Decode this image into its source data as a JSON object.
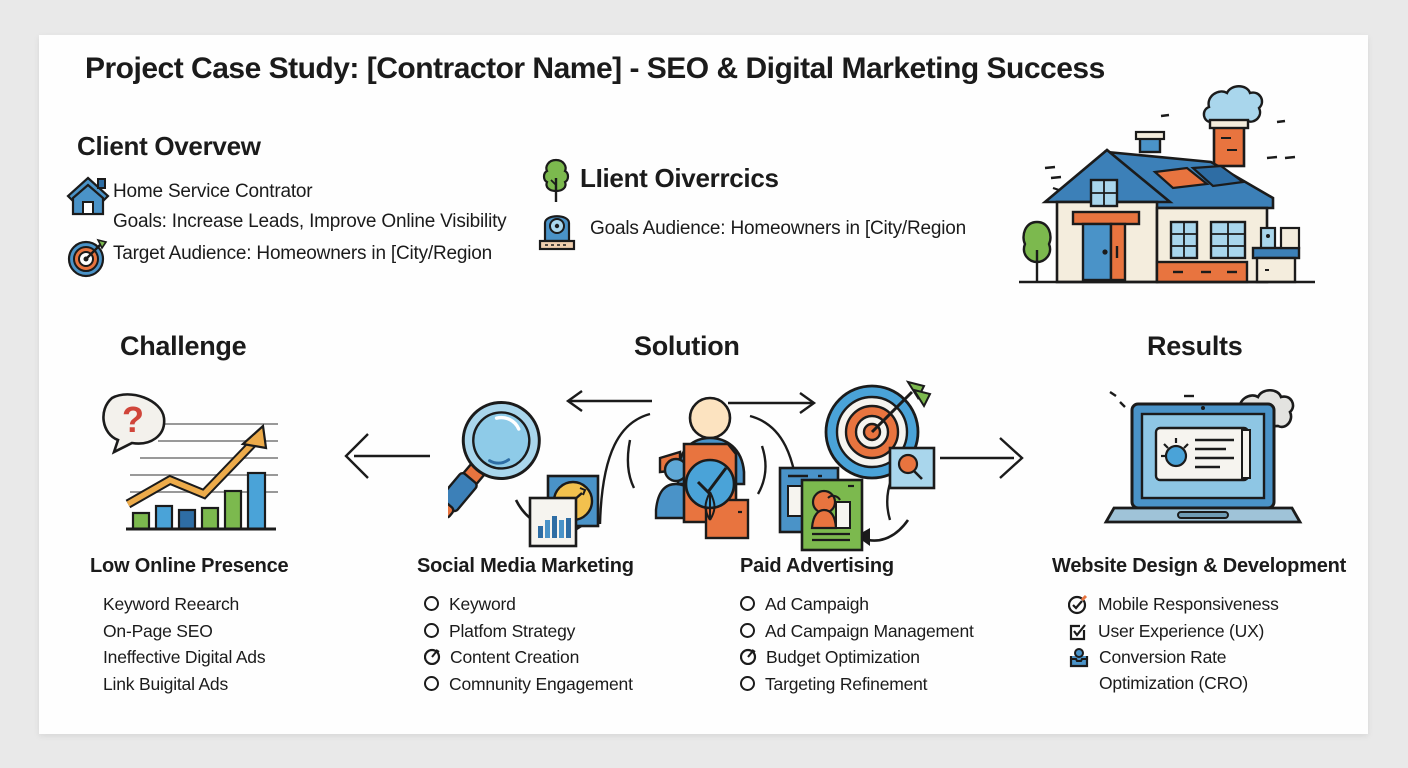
{
  "page": {
    "title": "Project Case Study: [Contractor Name] - SEO & Digital Marketing Success"
  },
  "client_overview": {
    "heading": "Client Overvew",
    "items": [
      {
        "icon": "house-icon",
        "text": "Home Service Contrator"
      },
      {
        "icon": "none",
        "text": "Goals: Increase Leads, Improve Online Visibility"
      },
      {
        "icon": "target-icon",
        "text": "Target Audience: Homeowners in [City/Region"
      }
    ]
  },
  "client_overview_alt": {
    "heading": "LIient Oiverrcics",
    "heading_icon": "tree-icon",
    "items": [
      {
        "icon": "webcam-icon",
        "text": "Goals Audience: Homeowners in [City/Region"
      }
    ]
  },
  "flow_headers": {
    "challenge": "Challenge",
    "solution": "Solution",
    "results": "Results"
  },
  "challenge": {
    "subheading": "Low Online Presence",
    "items": [
      "Keyword Reearch",
      "On-Page SEO",
      "Ineffective Digital Ads",
      "Link Buigital Ads"
    ],
    "illustration": "bar-chart-with-question-bubble"
  },
  "solution": {
    "groups": [
      {
        "subheading": "Social Media Marketing",
        "items": [
          {
            "bullet": "circle",
            "text": "Keyword"
          },
          {
            "bullet": "circle",
            "text": "Platfom Strategy"
          },
          {
            "bullet": "clock-circle",
            "text": "Content Creation"
          },
          {
            "bullet": "circle",
            "text": "Comnunity Engagement"
          }
        ]
      },
      {
        "subheading": "Paid Advertising",
        "items": [
          {
            "bullet": "circle",
            "text": "Ad Campaigh"
          },
          {
            "bullet": "circle",
            "text": "Ad Campaign Management"
          },
          {
            "bullet": "clock-circle",
            "text": "Budget Optimization"
          },
          {
            "bullet": "circle",
            "text": "Targeting Refinement"
          }
        ]
      }
    ],
    "illustrations": [
      "magnifier",
      "coin-and-bar-chart-cards",
      "people-group-with-document",
      "ad-cards",
      "target-with-dart"
    ]
  },
  "results": {
    "subheading": "Website Design & Development",
    "items": [
      {
        "icon": "task-check-circle-icon",
        "text": "Mobile Responsiveness"
      },
      {
        "icon": "checkbox-arrow-icon",
        "text": "User Experience (UX)"
      },
      {
        "icon": "inbox-tray-icon",
        "text": "Conversion Rate Optimization (CRO)"
      }
    ],
    "illustration": "laptop-with-cloud"
  },
  "colors": {
    "background": "#e9e9e9",
    "card": "#fefefe",
    "text": "#1b1b1b",
    "blue": "#4a93c8",
    "dark_blue": "#2e6da4",
    "light_blue": "#a9d6ec",
    "orange": "#e8743f",
    "green": "#7cb94e",
    "yellow": "#f2c14e",
    "red": "#d0453a",
    "cream": "#f4eddd"
  }
}
